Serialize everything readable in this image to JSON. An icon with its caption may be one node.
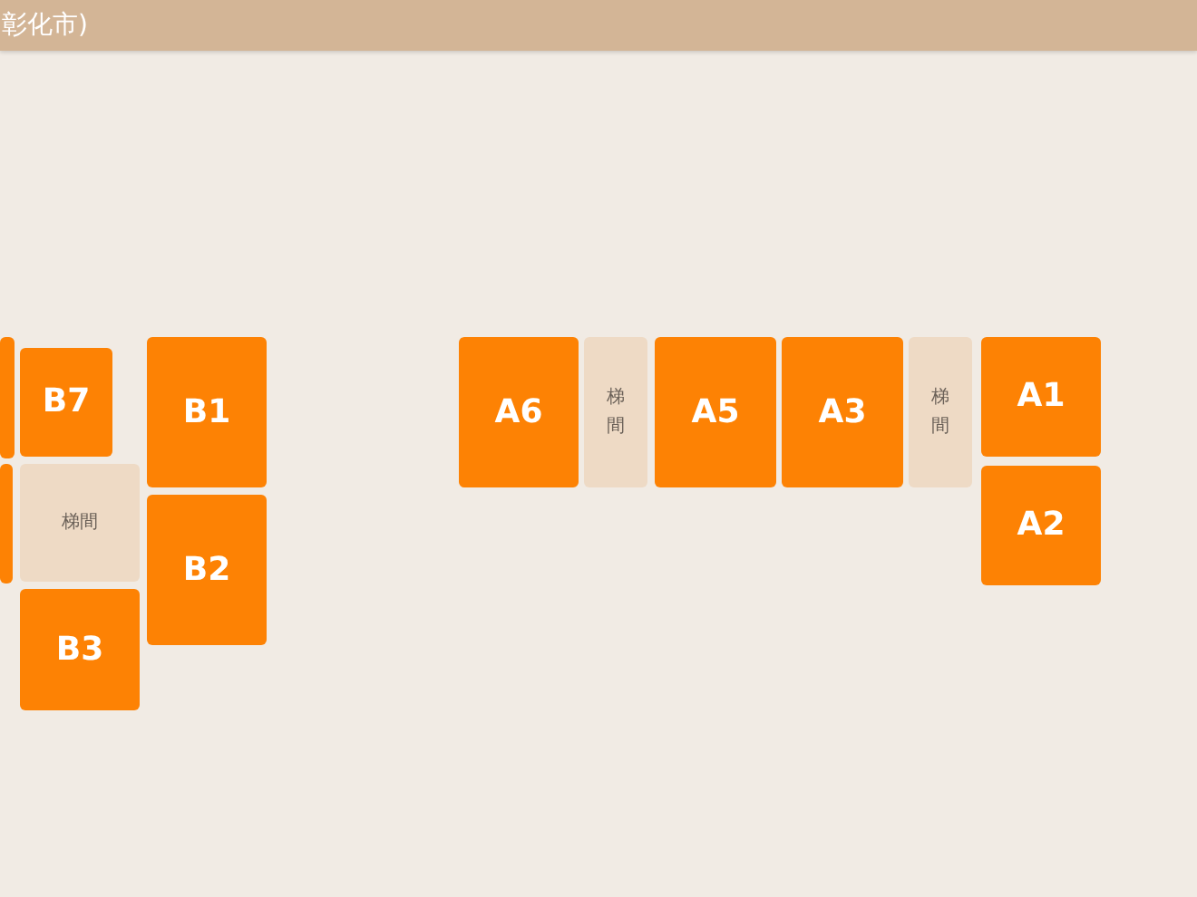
{
  "diagram": {
    "title": "彰化市)",
    "nodes": [
      {
        "text": [],
        "shape": "box"
      },
      {
        "text": [
          "B7"
        ]
      },
      {
        "text": [
          "B1"
        ]
      },
      {
        "text": [],
        "shape": "box"
      },
      {
        "text": [
          "梯間"
        ]
      },
      {
        "text": [
          "B2"
        ]
      },
      {
        "text": [
          "B3"
        ]
      },
      {
        "text": [
          "A6"
        ]
      },
      {
        "text": [
          "梯間"
        ]
      },
      {
        "text": [
          "A5"
        ]
      },
      {
        "text": [
          "A3"
        ]
      },
      {
        "text": [
          "梯間"
        ]
      },
      {
        "text": [
          "A1"
        ]
      },
      {
        "text": [
          "A2"
        ]
      }
    ]
  }
}
